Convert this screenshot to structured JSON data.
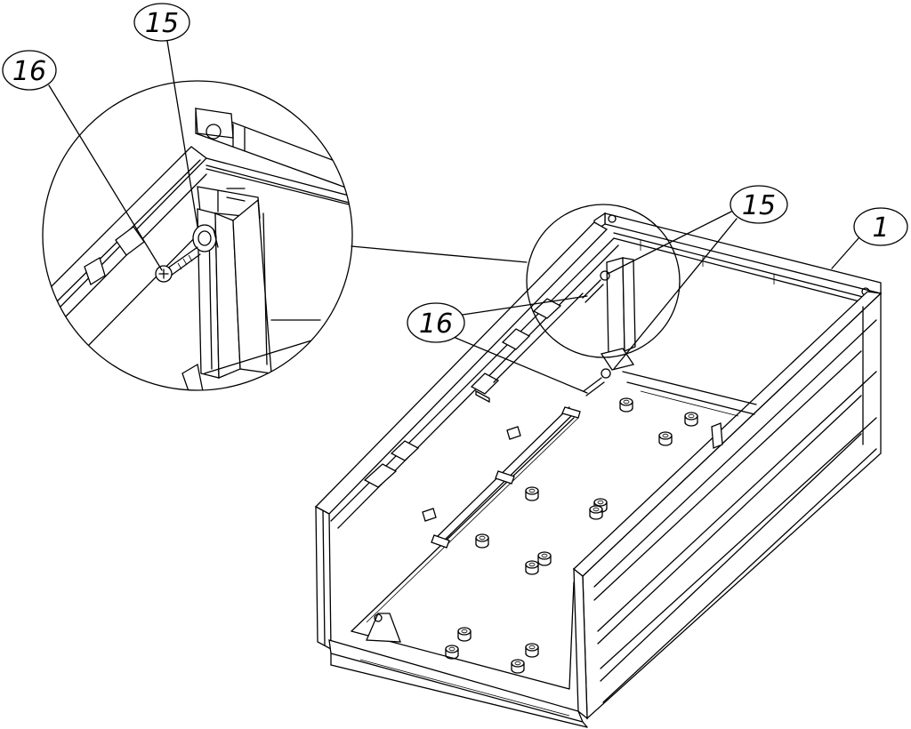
{
  "callouts": {
    "detail_15": "15",
    "detail_16": "16",
    "main_15": "15",
    "main_16": "16",
    "main_1": "1"
  },
  "colors": {
    "line": "#000000",
    "background": "#ffffff"
  }
}
